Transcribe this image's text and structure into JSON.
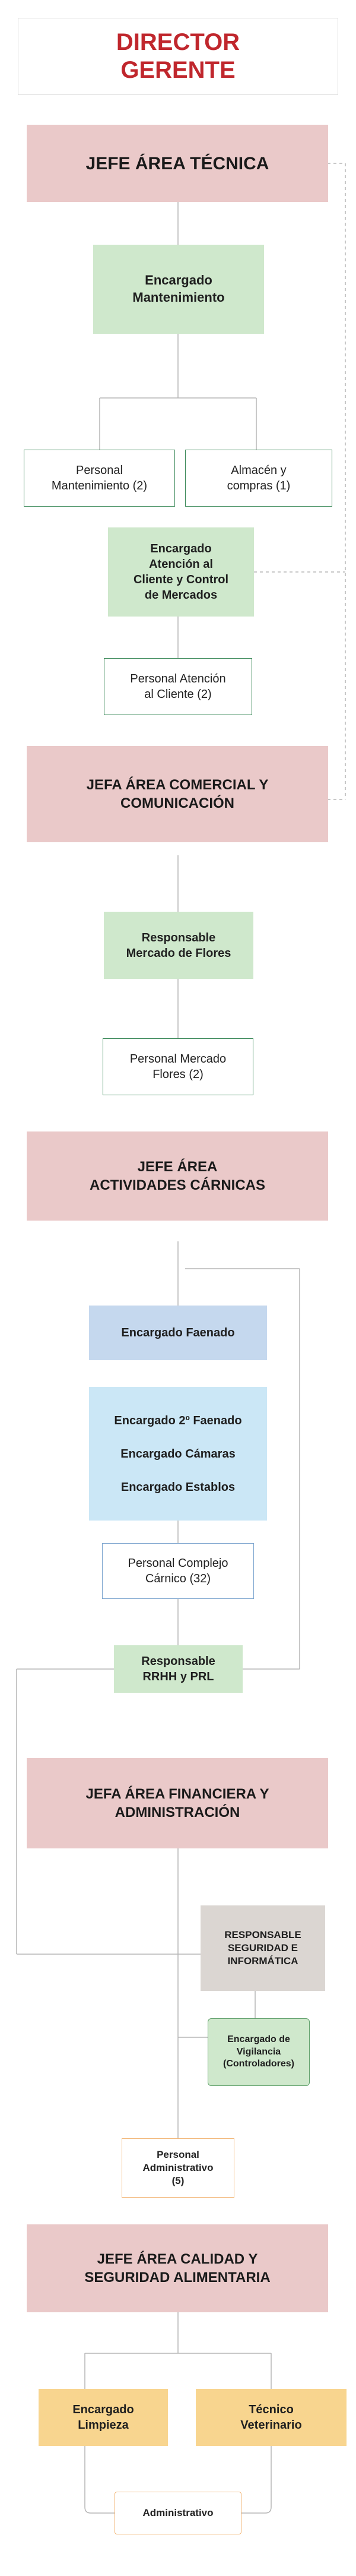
{
  "director": {
    "line1": "DIRECTOR",
    "line2": "GERENTE"
  },
  "tecnica": {
    "head": "JEFE ÁREA TÉCNICA",
    "mantenimiento": {
      "line1": "Encargado",
      "line2": "Mantenimiento"
    },
    "personal_mant": {
      "line1": "Personal",
      "line2": "Mantenimiento (2)"
    },
    "almacen": {
      "line1": "Almacén y",
      "line2": "compras (1)"
    },
    "atencion": {
      "line1": "Encargado",
      "line2": "Atención al",
      "line3": "Cliente y Control",
      "line4": "de Mercados"
    },
    "personal_atencion": {
      "line1": "Personal Atención",
      "line2": "al Cliente (2)"
    }
  },
  "comercial": {
    "head": {
      "line1": "JEFA ÁREA COMERCIAL Y",
      "line2": "COMUNICACIÓN"
    },
    "mercado": {
      "line1": "Responsable",
      "line2": "Mercado de Flores"
    },
    "personal_mercado": {
      "line1": "Personal Mercado",
      "line2": "Flores (2)"
    }
  },
  "carnicas": {
    "head": {
      "line1": "JEFE ÁREA",
      "line2": "ACTIVIDADES CÁRNICAS"
    },
    "faenado": "Encargado Faenado",
    "faenado2": "Encargado 2º Faenado",
    "camaras": "Encargado Cámaras",
    "establos": "Encargado Establos",
    "personal_complejo": {
      "line1": "Personal Complejo",
      "line2": "Cárnico (32)"
    },
    "rrhh": {
      "line1": "Responsable",
      "line2": "RRHH y PRL"
    }
  },
  "financiera": {
    "head": {
      "line1": "JEFA ÁREA FINANCIERA Y",
      "line2": "ADMINISTRACIÓN"
    },
    "seguridad": {
      "line1": "RESPONSABLE",
      "line2": "SEGURIDAD E",
      "line3": "INFORMÁTICA"
    },
    "vigilancia": {
      "line1": "Encargado de",
      "line2": "Vigilancia",
      "line3": "(Controladores)"
    },
    "administrativo": {
      "line1": "Personal",
      "line2": "Administrativo",
      "line3": "(5)"
    }
  },
  "calidad": {
    "head": {
      "line1": "JEFE ÁREA CALIDAD Y",
      "line2": "SEGURIDAD ALIMENTARIA"
    },
    "limpieza": {
      "line1": "Encargado",
      "line2": "Limpieza"
    },
    "veterinario": {
      "line1": "Técnico",
      "line2": "Veterinario"
    },
    "administrativo": "Administrativo"
  }
}
